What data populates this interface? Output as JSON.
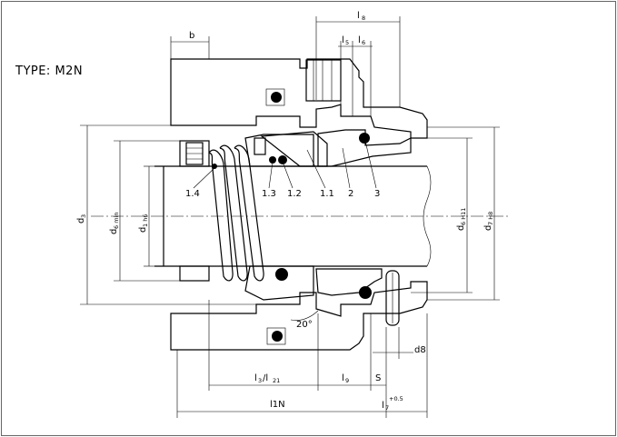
{
  "title": "TYPE: M2N",
  "part_labels": {
    "p1_4": "1.4",
    "p1_3": "1.3",
    "p1_2": "1.2",
    "p1_1": "1.1",
    "p2": "2",
    "p3": "3"
  },
  "dimensions": {
    "b": "b",
    "l8": "l",
    "l8_sub": "8",
    "l5": "l",
    "l5_sub": "5",
    "l6": "l",
    "l6_sub": "6",
    "d3": "d",
    "d3_sub": "3",
    "d6": "d",
    "d6_sub": "6 min",
    "d1": "d",
    "d1_sub": "1 h6",
    "d4": "d",
    "d4_sub": "6 H11",
    "d7": "d",
    "d7_sub": "7 H8",
    "angle": "20°",
    "d8": "d8",
    "l3": "l",
    "l3_sub": "3",
    "l21": "/l",
    "l21_sub": "21",
    "l9": "l",
    "l9_sub": "9",
    "s": "S",
    "l1n": "l1N",
    "l7": "l",
    "l7_sub": "7",
    "l7_sup": "+0.5"
  }
}
